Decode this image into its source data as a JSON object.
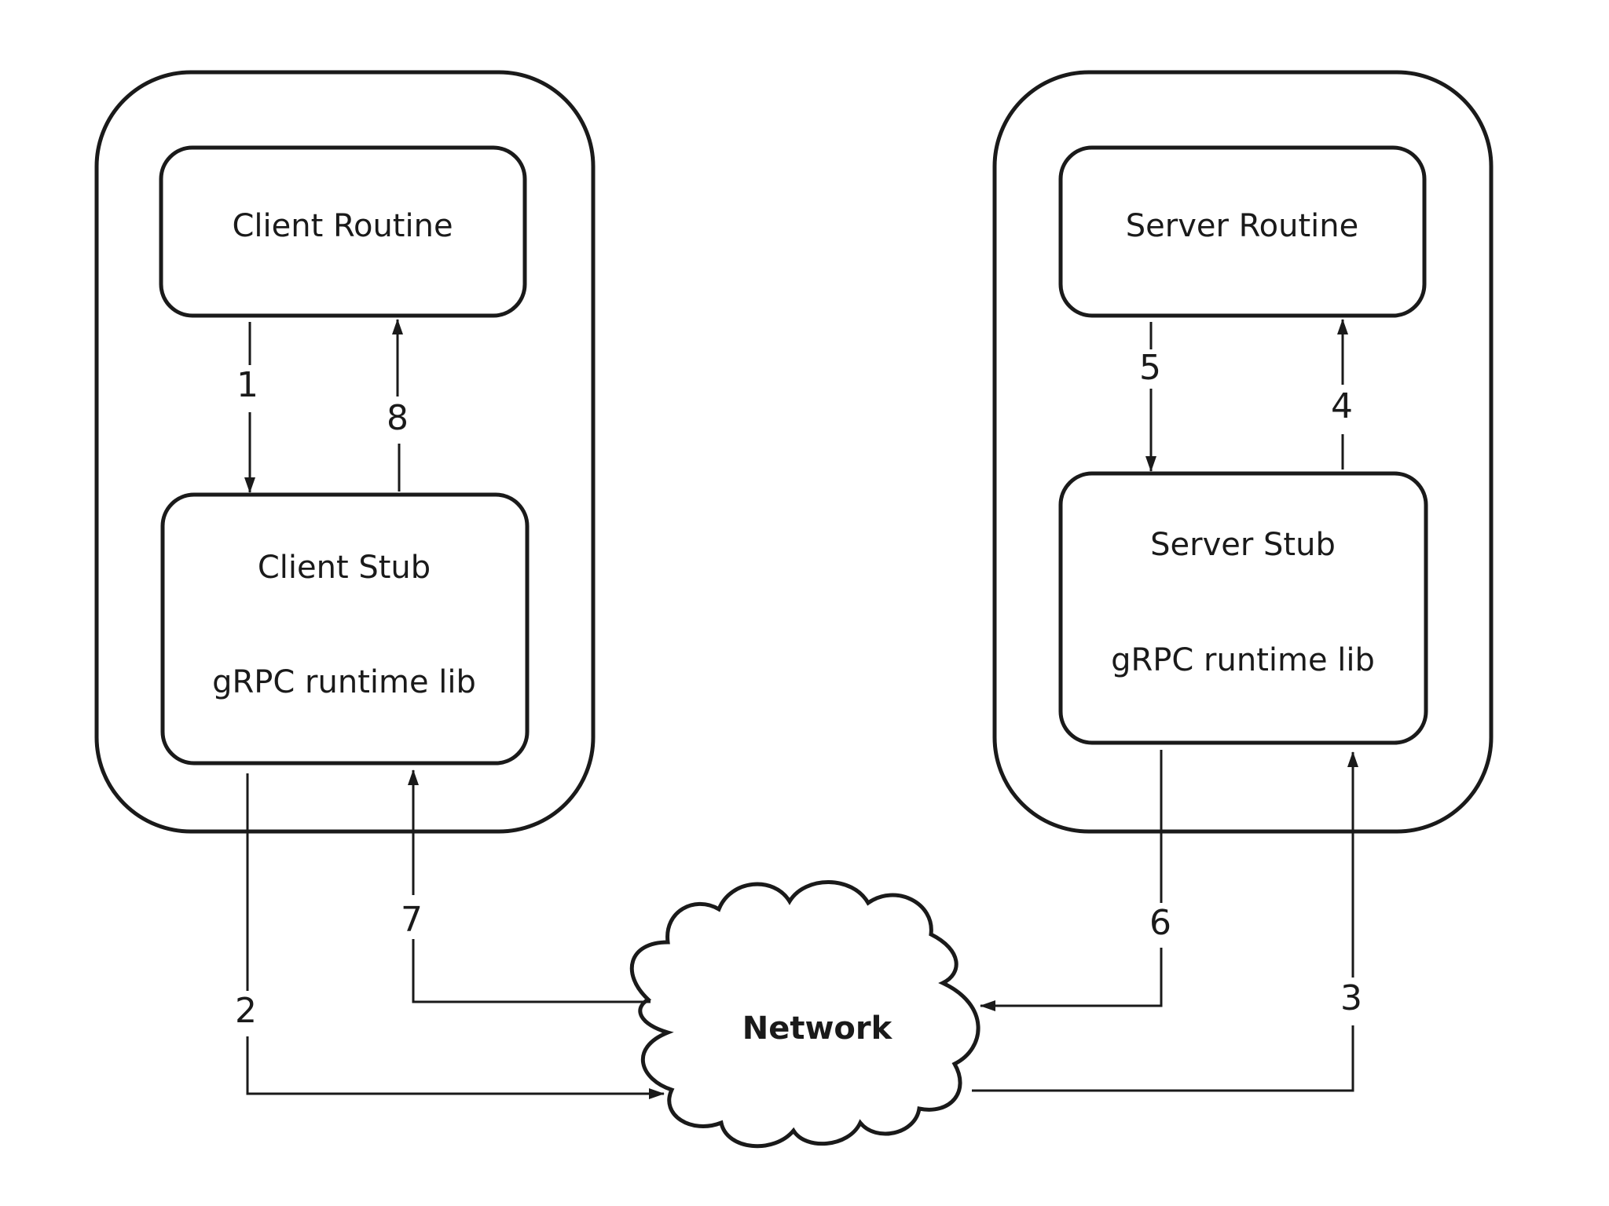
{
  "client": {
    "routine": "Client Routine",
    "stub": "Client Stub",
    "runtime": "gRPC runtime lib"
  },
  "server": {
    "routine": "Server Routine",
    "stub": "Server Stub",
    "runtime": "gRPC runtime lib"
  },
  "network": {
    "label": "Network"
  },
  "steps": {
    "s1": "1",
    "s2": "2",
    "s3": "3",
    "s4": "4",
    "s5": "5",
    "s6": "6",
    "s7": "7",
    "s8": "8"
  },
  "colors": {
    "stroke": "#1a1a1a",
    "background": "#ffffff"
  }
}
